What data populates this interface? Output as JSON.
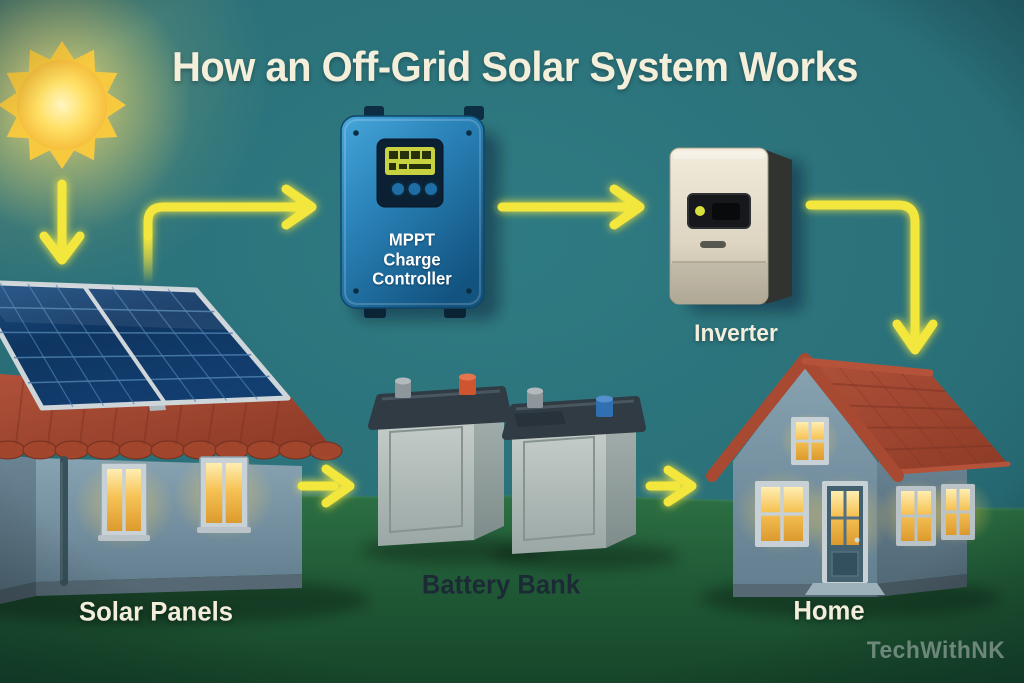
{
  "title": "How an Off-Grid Solar System Works",
  "watermark": "TechWithNK",
  "labels": {
    "mppt_controller": "MPPT\nCharge\nController",
    "inverter": "Inverter",
    "solar_panels": "Solar Panels",
    "battery_bank": "Battery Bank",
    "home": "Home"
  },
  "diagram": {
    "type": "flow",
    "nodes": [
      "sun",
      "solar-panels",
      "mppt-charge-controller",
      "inverter",
      "battery-bank",
      "home"
    ],
    "edges": [
      {
        "from": "sun",
        "to": "solar-panels"
      },
      {
        "from": "solar-panels",
        "to": "mppt-charge-controller"
      },
      {
        "from": "mppt-charge-controller",
        "to": "inverter"
      },
      {
        "from": "inverter",
        "to": "home"
      },
      {
        "from": "solar-panels",
        "to": "battery-bank"
      },
      {
        "from": "battery-bank",
        "to": "home"
      }
    ]
  },
  "colors": {
    "sky_teal": "#2a6f78",
    "grass_green": "#1d5434",
    "arrow_yellow": "#f3e73e",
    "controller_blue": "#2b84ba",
    "inverter_cream": "#ece6d5",
    "roof_red": "#9c402b",
    "wall_blue_gray": "#7b96a6",
    "battery_gray": "#b7c0bd",
    "title_cream": "#f4efda"
  }
}
